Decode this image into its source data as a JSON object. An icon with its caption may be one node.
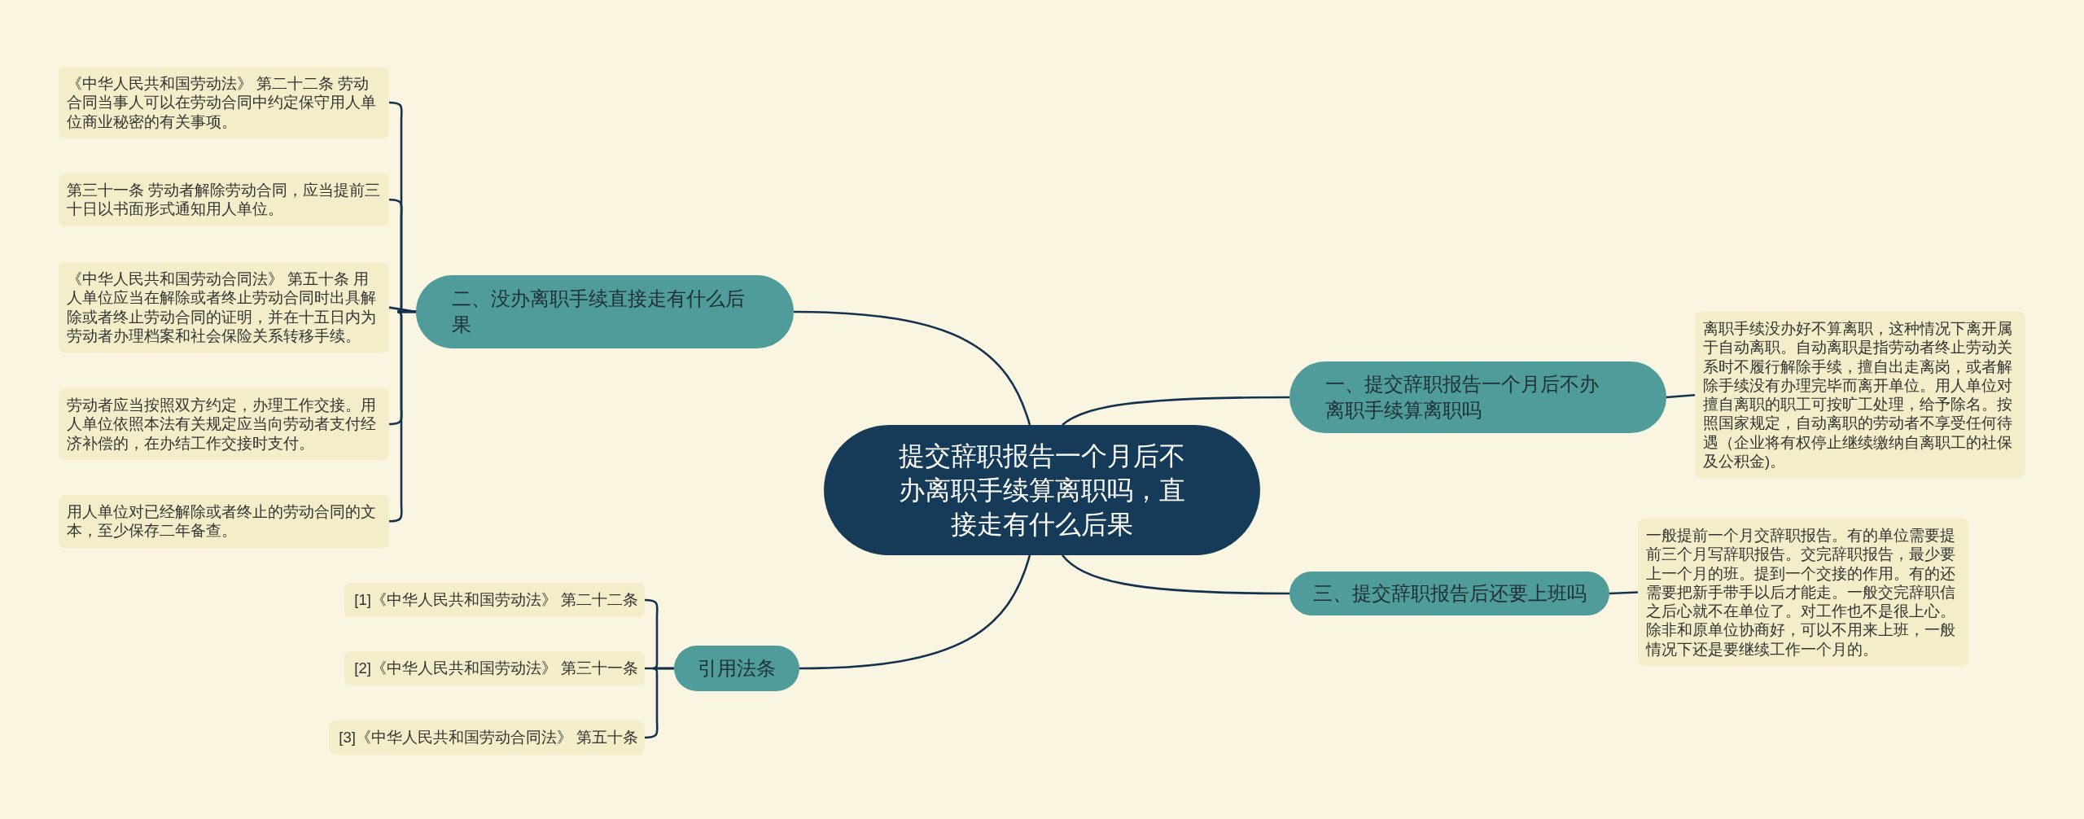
{
  "diagram": {
    "nodes": [
      {
        "text": [
          "提交辞职报告一个月后不办离职手续算离职吗，直接走有什么后果"
        ]
      },
      {
        "text": [
          "一、提交辞职报告一个月后不办离职手续算离职吗"
        ]
      },
      {
        "text": [
          "离职手续没办好不算离职，这种情况下离开属于自动离职。自动离职是指劳动者终止劳动关系时不履行解除手续，擅自出走离岗，或者解除手续没有办理完毕而离开单位。用人单位对擅自离职的职工可按旷工处理，给予除名。按照国家规定，自动离职的劳动者不享受任何待遇（企业将有权停止继续缴纳自离职工的社保及公积金)。"
        ]
      },
      {
        "text": [
          "二、没办离职手续直接走有什么后果"
        ]
      },
      {
        "text": [
          "《中华人民共和国劳动法》 第二十二条 劳动合同当事人可以在劳动合同中约定保守用人单位商业秘密的有关事项。"
        ]
      },
      {
        "text": [
          "第三十一条 劳动者解除劳动合同，应当提前三十日以书面形式通知用人单位。"
        ]
      },
      {
        "text": [
          "《中华人民共和国劳动合同法》 第五十条 用人单位应当在解除或者终止劳动合同时出具解除或者终止劳动合同的证明，并在十五日内为劳动者办理档案和社会保险关系转移手续。"
        ]
      },
      {
        "text": [
          "劳动者应当按照双方约定，办理工作交接。用人单位依照本法有关规定应当向劳动者支付经济补偿的，在办结工作交接时支付。"
        ]
      },
      {
        "text": [
          "用人单位对已经解除或者终止的劳动合同的文本，至少保存二年备查。"
        ]
      },
      {
        "text": [
          "三、提交辞职报告后还要上班吗"
        ]
      },
      {
        "text": [
          "一般提前一个月交辞职报告。有的单位需要提前三个月写辞职报告。交完辞职报告，最少要上一个月的班。提到一个交接的作用。有的还需要把新手带手以后才能走。一般交完辞职信之后心就不在单位了。对工作也不是很上心。除非和原单位协商好，可以不用来上班，一般情况下还是要继续工作一个月的。"
        ]
      },
      {
        "text": [
          "引用法条"
        ]
      },
      {
        "text": [
          "[1]《中华人民共和国劳动法》 第二十二条"
        ]
      },
      {
        "text": [
          "[2]《中华人民共和国劳动法》 第三十一条"
        ]
      },
      {
        "text": [
          "[3]《中华人民共和国劳动合同法》 第五十条"
        ]
      }
    ],
    "edges": [
      {
        "from": 0,
        "to": 1,
        "arrow": "none"
      },
      {
        "from": 1,
        "to": 2,
        "arrow": "none"
      },
      {
        "from": 0,
        "to": 3,
        "arrow": "none"
      },
      {
        "from": 3,
        "to": 4,
        "arrow": "none"
      },
      {
        "from": 3,
        "to": 5,
        "arrow": "none"
      },
      {
        "from": 3,
        "to": 6,
        "arrow": "none"
      },
      {
        "from": 3,
        "to": 7,
        "arrow": "none"
      },
      {
        "from": 3,
        "to": 8,
        "arrow": "none"
      },
      {
        "from": 0,
        "to": 9,
        "arrow": "none"
      },
      {
        "from": 9,
        "to": 10,
        "arrow": "none"
      },
      {
        "from": 0,
        "to": 11,
        "arrow": "none"
      },
      {
        "from": 11,
        "to": 12,
        "arrow": "none"
      },
      {
        "from": 11,
        "to": 13,
        "arrow": "none"
      },
      {
        "from": 11,
        "to": 14,
        "arrow": "none"
      }
    ]
  }
}
